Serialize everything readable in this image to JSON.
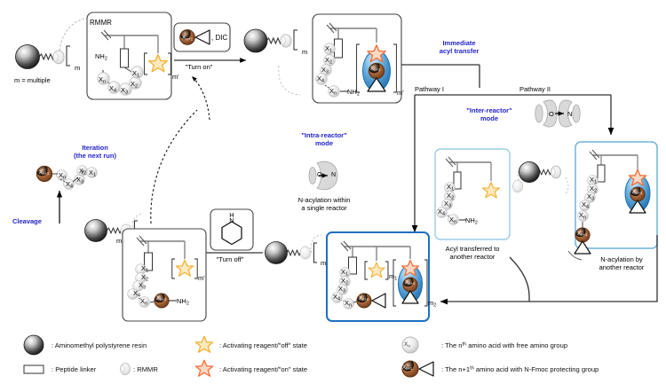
{
  "figure": {
    "title": "RMMR-based iterative peptide synthesis scheme",
    "colors": {
      "annotation_blue": "#2222cc",
      "reactor_outline_blue": "#1f6fc4",
      "reactor_outline_light_blue": "#9ccbe8",
      "star_off_fill": "#fde9c0",
      "star_off_stroke": "#f2b233",
      "star_on_fill": "#fbd9c4",
      "star_on_stroke": "#f2703a",
      "ellipse_blue": "#4f9fd8",
      "sphere_brown": "#9b5a32",
      "sphere_grey": "#dcdcdc",
      "resin_dark": "#2b2b2b",
      "line_grey": "#808080"
    }
  },
  "labels": {
    "m_multiple": "m = multiple",
    "rmmr_box_title": "RMMR",
    "nh2": "NH",
    "nh2_sub": "2",
    "turn_on": "\"Turn on\"",
    "dic": ", DIC",
    "immediate_acyl_transfer_l1": "Immediate",
    "immediate_acyl_transfer_l2": "acyl transfer",
    "pathway_1": "Pathway I",
    "pathway_2": "Pathway II",
    "intra_reactor_l1": "\"Intra-reactor\"",
    "intra_reactor_l2": "mode",
    "inter_reactor_l1": "\"Inter-reactor\"",
    "inter_reactor_l2": "mode",
    "n_acylation_within_l1": "N-acylation within",
    "n_acylation_within_l2": "a single reactor",
    "acyl_transferred_l1": "Acyl transferred to",
    "acyl_transferred_l2": "another reactor",
    "n_acylation_by_l1": "N-acylation by",
    "n_acylation_by_l2": "another reactor",
    "iteration_l1": "Iteration",
    "iteration_l2": "(the next run)",
    "turn_off": "\"Turn off\"",
    "cleavage": "Cleavage",
    "piperidine_nh": "H",
    "piperidine_n": "N",
    "o_to_n_o": "O",
    "o_to_n_n": "N",
    "bracket_m": "m",
    "bracket_mprime": "m'",
    "bracket_m1": "m",
    "bracket_m1_sub": "1",
    "bracket_m2": "m",
    "bracket_m2_sub": "2"
  },
  "residues": {
    "x1": "X",
    "x1_sub": "1",
    "x2": "X",
    "x2_sub": "2",
    "x3": "X",
    "x3_sub": "3",
    "x4": "X",
    "x4_sub": "4",
    "xn": "X",
    "xn_sub": "n",
    "xn1": "X",
    "xn1_sub": "n+1"
  },
  "legend": {
    "items": [
      {
        "icon": "resin-sphere-icon",
        "text": ": Aminomethyl polystyrene resin"
      },
      {
        "icon": "peptide-linker-icon",
        "text": ": Peptide linker"
      },
      {
        "icon": "rmmr-icon",
        "text": ": RMMR"
      },
      {
        "icon": "star-off-icon",
        "text": ": Activating reagent/\"off\" state"
      },
      {
        "icon": "star-on-icon",
        "text": ": Activating reagent/\"on\" state"
      },
      {
        "icon": "xn-free-amino-icon",
        "text": ": The n",
        "sup": "th",
        "text2": " amino acid with free amino group"
      },
      {
        "icon": "xn1-fmoc-icon",
        "text": ": The n+1",
        "sup": "th",
        "text2": " amino acid with N-Fmoc protecting group"
      }
    ]
  }
}
